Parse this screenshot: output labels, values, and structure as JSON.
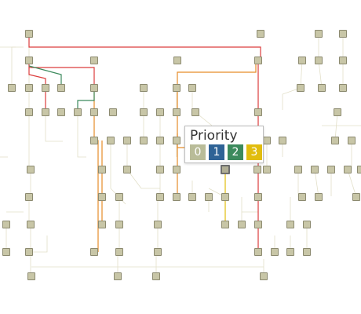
{
  "popup": {
    "title": "Priority",
    "options": [
      {
        "label": "0",
        "color": "#b9bc98"
      },
      {
        "label": "1",
        "color": "#2f6396"
      },
      {
        "label": "2",
        "color": "#3c8a5d"
      },
      {
        "label": "3",
        "color": "#e1bd0e"
      }
    ]
  },
  "colors": {
    "edge_default": "#e2dfc8",
    "edge_red": "#dc3c3c",
    "edge_orange": "#e68c28",
    "edge_green": "#3c8a5d",
    "edge_yellow": "#e1bd0e"
  }
}
